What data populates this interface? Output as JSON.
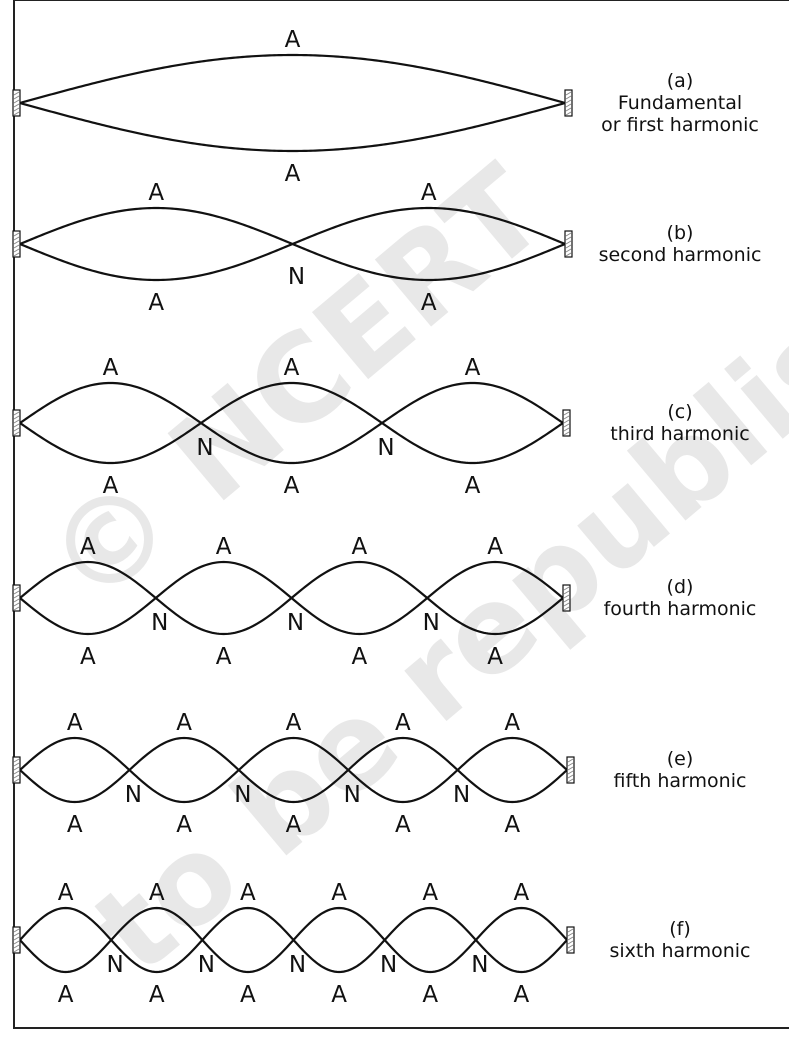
{
  "watermark": {
    "line1": "© NCERT",
    "line2": "to be republished"
  },
  "colors": {
    "ink": "#111111",
    "frame": "#222222",
    "watermark": "#e8e8e8",
    "clamp": "#888888"
  },
  "labels": {
    "antinode": "A",
    "node": "N"
  },
  "modes": [
    {
      "harmonic": 1,
      "tag": "(a)",
      "caption": [
        "Fundamental",
        "or first harmonic"
      ]
    },
    {
      "harmonic": 2,
      "tag": "(b)",
      "caption": [
        "second harmonic"
      ]
    },
    {
      "harmonic": 3,
      "tag": "(c)",
      "caption": [
        "third harmonic"
      ]
    },
    {
      "harmonic": 4,
      "tag": "(d)",
      "caption": [
        "fourth harmonic"
      ]
    },
    {
      "harmonic": 5,
      "tag": "(e)",
      "caption": [
        "fifth harmonic"
      ]
    },
    {
      "harmonic": 6,
      "tag": "(f)",
      "caption": [
        "sixth  harmonic"
      ]
    }
  ]
}
